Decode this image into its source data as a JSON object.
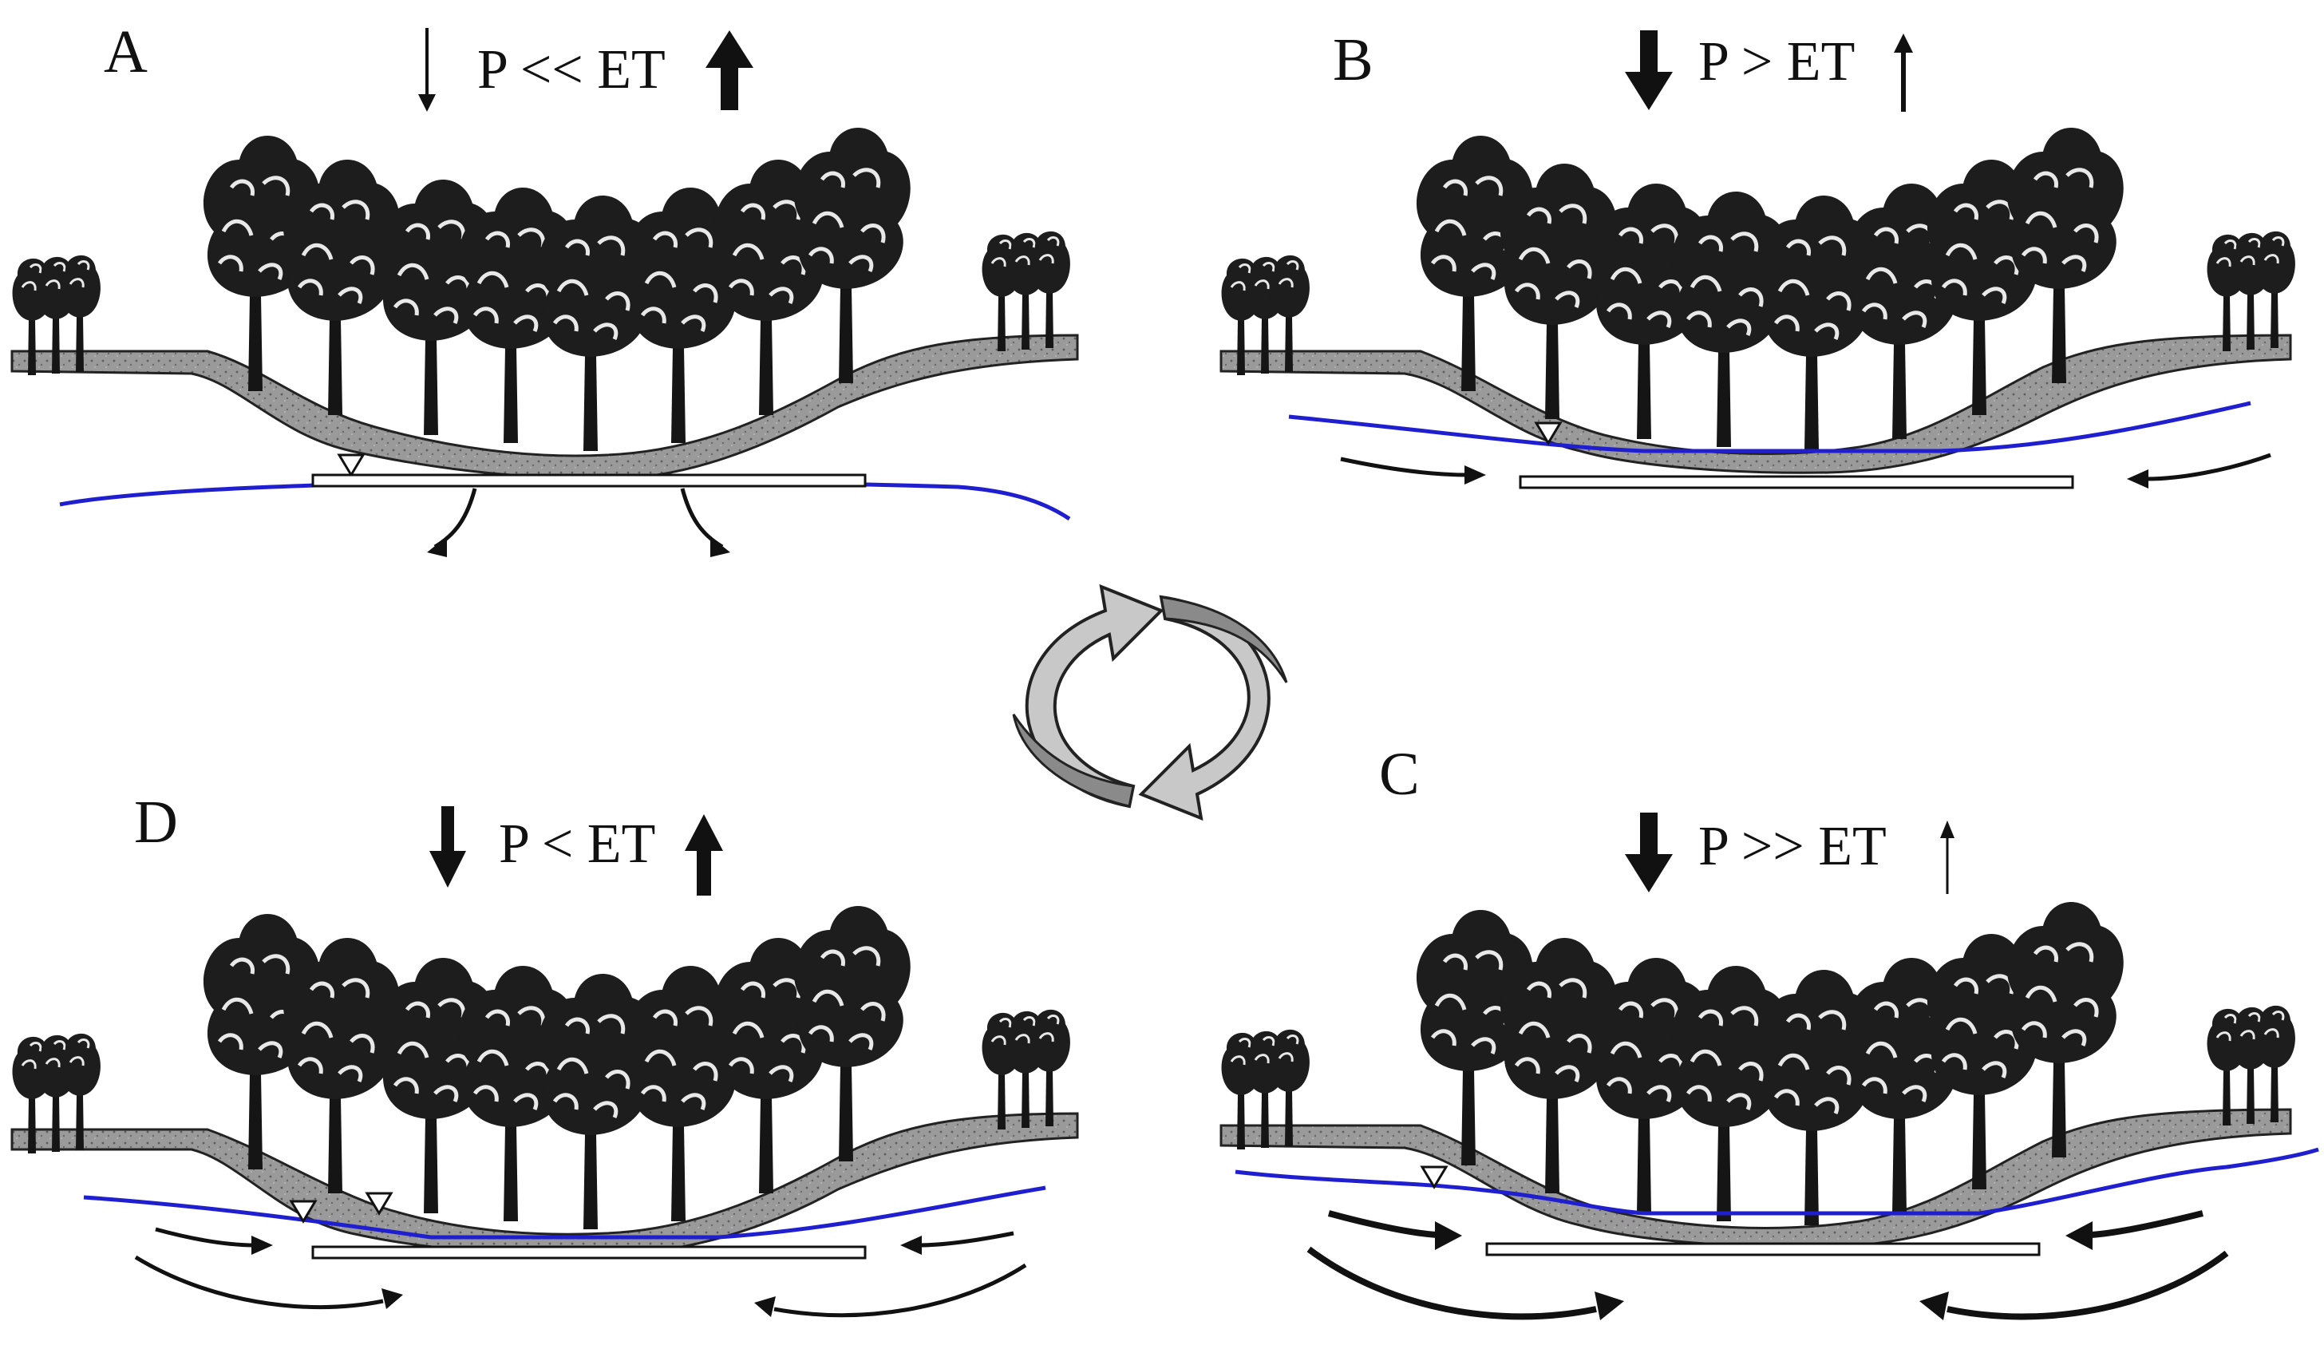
{
  "panels": {
    "A": {
      "letter": "A",
      "relation": "P << ET"
    },
    "B": {
      "letter": "B",
      "relation": "P > ET"
    },
    "C": {
      "letter": "C",
      "relation": "P >> ET"
    },
    "D": {
      "letter": "D",
      "relation": "P < ET"
    }
  },
  "colors": {
    "water_table": "#1f1fd0",
    "soil_fill": "#8f8f8f",
    "tree_fill": "#1a1a1a",
    "cycle_light": "#c8c8c8",
    "cycle_dark": "#8a8a8a",
    "ink": "#111111"
  },
  "icons": {
    "precip_arrow": "down-arrow-icon",
    "et_arrow": "up-arrow-icon",
    "cycle": "cycle-arrows-icon",
    "water_table_marker": "triangle-down-icon"
  }
}
